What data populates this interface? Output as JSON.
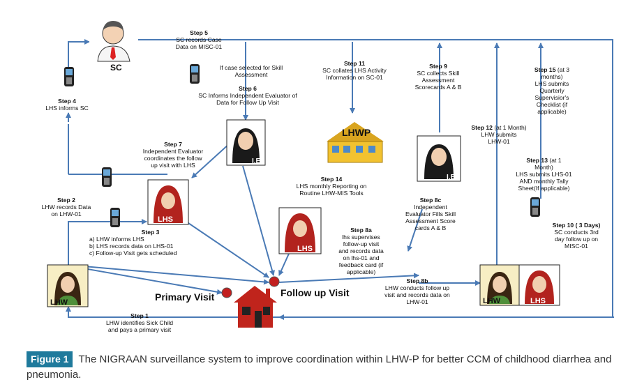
{
  "nodes": {
    "sc": "SC",
    "ie_top": "I.E",
    "ie_mid": "I.E",
    "lhwp": "LHWP",
    "lhs_mid": "LHS",
    "lhs_right": "LHS",
    "lhs_lower": "LHS",
    "lhw_left": "LHW",
    "lhw_right": "LHW",
    "primary_visit": "Primary Visit",
    "follow_up_visit": "Follow up Visit"
  },
  "steps": {
    "s1": {
      "title": "Step 1",
      "text": "LHW identifies Sick Child\nand pays a primary visit"
    },
    "s2": {
      "title": "Step 2",
      "text": "LHW records Data\non LHW-01"
    },
    "s3": {
      "title": "Step 3",
      "text": "a) LHW informs LHS\nb) LHS records data on LHS-01\nc) Follow-up Visit gets scheduled"
    },
    "s4": {
      "title": "Step 4",
      "text": "LHS informs SC"
    },
    "s5": {
      "title": "Step 5",
      "text": "SC records Case\nData on MISC-01"
    },
    "s6_cond": "If case selected for\nSkill Assessment",
    "s6": {
      "title": "Step 6",
      "text": "SC Informs Independent Evaluator of\nData for Follow Up Visit"
    },
    "s7": {
      "title": "Step 7",
      "text": "Independent Evaluator\ncoordinates the follow\nup visit with LHS"
    },
    "s8a": {
      "title": "Step 8a",
      "text": "lhs supervises\nfollow-up visit\nand records data\non lhs-01 and\nfeedback card (if\napplicable)"
    },
    "s8b": {
      "title": "Step 8b",
      "text": "LHW conducts follow up\nvisit and records data on\nLHW-01"
    },
    "s8c": {
      "title": "Step 8c",
      "text": "Independent\nEvaluator Fills Skill\nAssessment Score\ncards A & B"
    },
    "s9": {
      "title": "Step 9",
      "text": "SC collects Skill\nAssessment\nScorecards A & B"
    },
    "s10": {
      "title": "Step 10",
      "title_extra": "( 3 Days)",
      "text": "SC conducts 3rd\nday follow up on\nMISC-01"
    },
    "s11": {
      "title": "Step 11",
      "text": "SC collates LHS Activity\nInformation on SC-01"
    },
    "s12": {
      "title": "Step 12",
      "title_extra": "(at 1 Month)",
      "text": "LHW submits\nLHW-01"
    },
    "s13": {
      "title": "Step 13",
      "title_extra": "(at 1\nMonth)",
      "text": "LHS submits LHS-01\nAND monthly Tally\nSheet(If applicable)"
    },
    "s14": {
      "title": "Step 14",
      "text": "LHS monthly Reporting on\nRoutine LHW-MIS Tools"
    },
    "s15": {
      "title": "Step 15",
      "title_extra": "(at 3\nmonths)",
      "text": "LHS submits\nQuarterly\nSupervisior's\nChecklist (if\napplicable)"
    }
  },
  "caption": {
    "label": "Figure 1",
    "text": "The NIGRAAN surveillance system to improve coordination within LHW-P for better CCM of childhood diarrhea and pneumonia."
  },
  "colors": {
    "arrow": "#4a7ab5",
    "caption_badge": "#1f7a9c",
    "house_red": "#c0241c",
    "visit_dot": "#c21f1f",
    "lhwp_yellow": "#f2c230"
  }
}
